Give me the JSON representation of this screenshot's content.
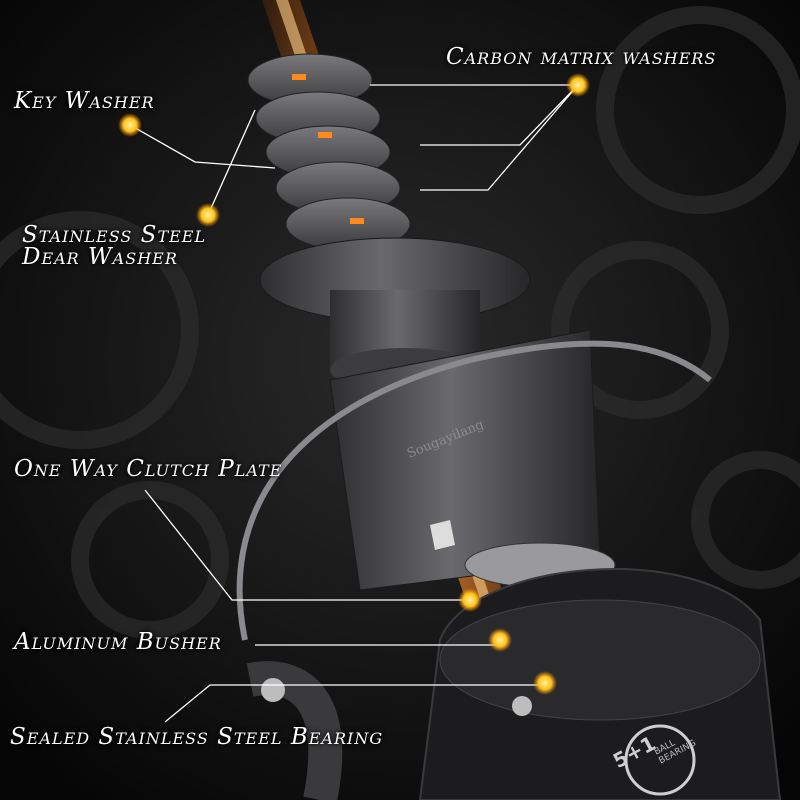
{
  "labels": {
    "carbon_washers": "Carbon matrix washers",
    "key_washer": "Key Washer",
    "stainless_gear_line1": "Stainless Steel",
    "stainless_gear_line2": "Dear Washer",
    "clutch_plate": "One Way Clutch Plate",
    "aluminum_busher": "Aluminum Busher",
    "sealed_bearing": "Sealed Stainless Steel Bearing"
  },
  "product": {
    "brand": "Sougayilang",
    "bearing_count": "5+1",
    "bearing_text_line1": "BALL",
    "bearing_text_line2": "BEARING"
  },
  "colors": {
    "accent_orange": "#ff8a1a",
    "dot_yellow": "#ffc21a",
    "background": "#0c0c0c",
    "metal": "#5a5a5e"
  }
}
